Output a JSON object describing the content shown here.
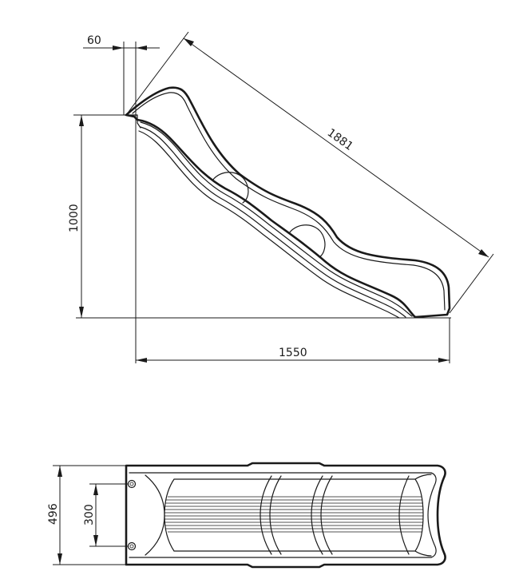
{
  "side_view": {
    "dim_top_gap": "60",
    "dim_slide_length": "1881",
    "dim_height": "1000",
    "dim_length": "1550"
  },
  "top_view": {
    "dim_overall_width": "496",
    "dim_inner_width": "300"
  }
}
